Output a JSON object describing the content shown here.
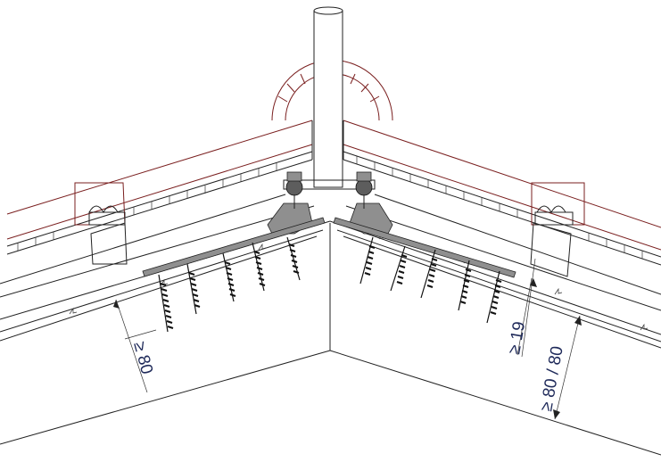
{
  "dimensions": [
    {
      "id": "left-screw-depth",
      "label": "≥ 80"
    },
    {
      "id": "right-batten-height",
      "label": "≥ 19"
    },
    {
      "id": "right-rafter-depth",
      "label": "≥ 80 / 80"
    }
  ],
  "colors": {
    "ink": "#222222",
    "tile_outline": "#7a1f1f",
    "dimension_text": "#1f2a5a",
    "bracket_metal": "#8f8f8f"
  }
}
